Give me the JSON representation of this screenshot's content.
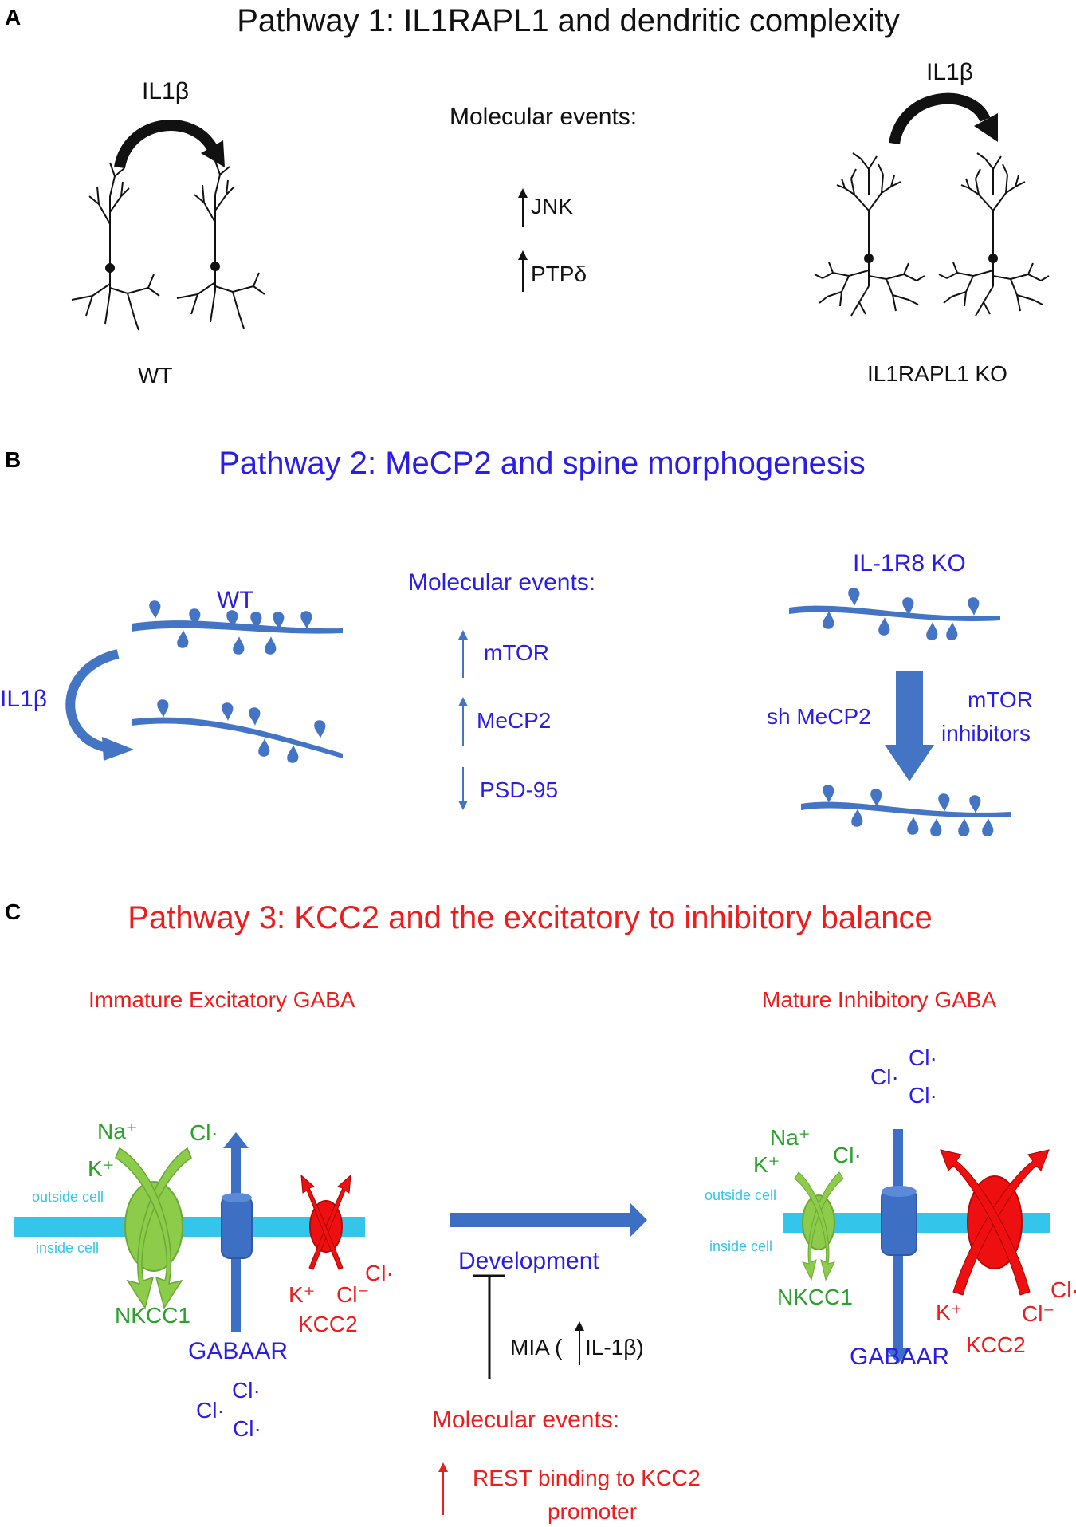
{
  "panelA": {
    "letter": "A",
    "title": "Pathway 1: IL1RAPL1 and dendritic complexity",
    "wt_stimulus": "IL1β",
    "ko_stimulus": "IL1β",
    "events_heading": "Molecular events:",
    "events": [
      "JNK",
      "PTPδ"
    ],
    "wt_label": "WT",
    "ko_label": "IL1RAPL1 KO"
  },
  "panelB": {
    "letter": "B",
    "title": "Pathway 2: MeCP2 and spine morphogenesis",
    "wt_label": "WT",
    "stimulus": "IL1β",
    "events_heading": "Molecular events:",
    "events": [
      "mTOR",
      "MeCP2",
      "PSD-95"
    ],
    "ko_label": "IL-1R8 KO",
    "treatment_left": "sh MeCP2",
    "treatment_right_line1": "mTOR",
    "treatment_right_line2": "inhibitors"
  },
  "panelC": {
    "letter": "C",
    "title": "Pathway 3: KCC2 and the excitatory to inhibitory balance",
    "immature_label": "Immature Excitatory GABA",
    "mature_label": "Mature Inhibitory GABA",
    "outside_cell": "outside cell",
    "inside_cell": "inside cell",
    "na_ion": "Na⁺",
    "k_ion": "K⁺",
    "cl_ion": "Cl·",
    "cl_minus": "Cl⁻",
    "nkcc1": "NKCC1",
    "kcc2": "KCC2",
    "gabaar": "GABAAR",
    "development": "Development",
    "mia_prefix": "MIA (",
    "mia_factor": "IL-1β)",
    "events_heading": "Molecular events:",
    "event_line1": "REST binding to KCC2",
    "event_line2": "promoter"
  },
  "colors": {
    "black": "#111111",
    "blue_text": "#2a1ee6",
    "red_text": "#ee1c1c",
    "green_text": "#2aa12a",
    "membrane": "#33c6ea",
    "nkcc1_fill": "#8dcb4a",
    "kcc2_fill": "#ee1010",
    "gabaar_fill": "#3d6fc4",
    "dendrite_blue": "#4474c4"
  }
}
